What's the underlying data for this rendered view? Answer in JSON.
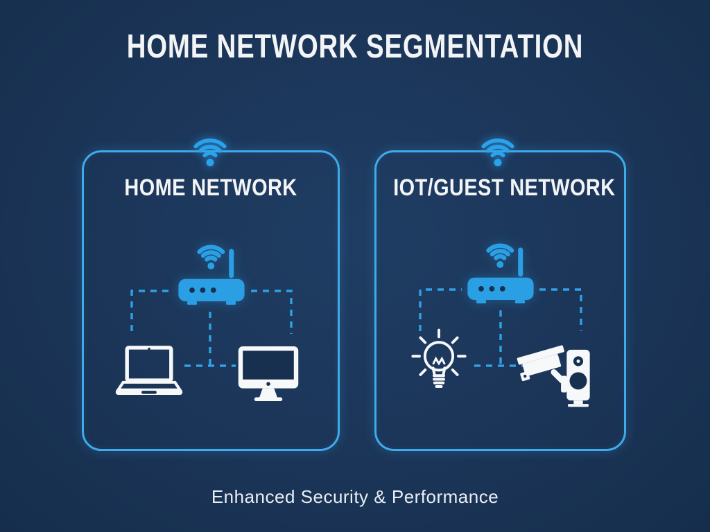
{
  "title": "HOME NETWORK SEGMENTATION",
  "caption": "Enhanced Security & Performance",
  "panels": [
    {
      "label": "HOME NETWORK",
      "top_icon": "wifi-signal-icon",
      "hub_icon": "wifi-router-icon",
      "devices": [
        "laptop",
        "desktop-computer"
      ]
    },
    {
      "label": "IOT/GUEST NETWORK",
      "top_icon": "wifi-signal-icon",
      "hub_icon": "wifi-router-icon",
      "devices": [
        "smart-bulb",
        "security-camera",
        "smart-speaker"
      ]
    }
  ],
  "colors": {
    "background": "#1b3558",
    "panel_border": "#3faaec",
    "accent_blue": "#2b9fe4",
    "device_white": "#f6f8fa",
    "text": "#f2f4f6"
  }
}
